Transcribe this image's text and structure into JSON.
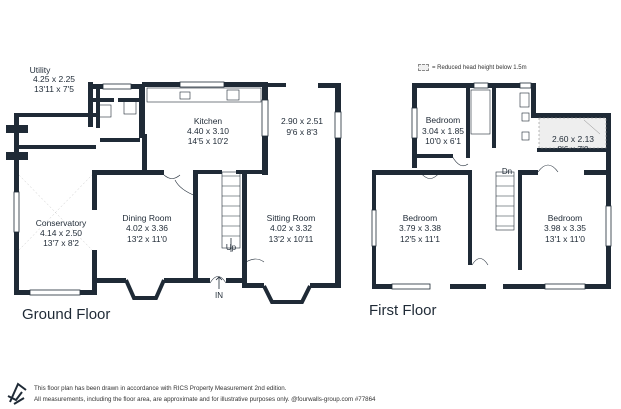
{
  "legend": {
    "text": "= Reduced head height below 1.5m"
  },
  "floors": {
    "ground": {
      "title": "Ground Floor"
    },
    "first": {
      "title": "First Floor"
    }
  },
  "rooms": {
    "utility": {
      "name": "Utility",
      "metric": "4.25 x 2.25",
      "imperial": "13'11 x 7'5"
    },
    "kitchen": {
      "name": "Kitchen",
      "metric": "4.40 x 3.10",
      "imperial": "14'5 x 10'2"
    },
    "unnamed_room": {
      "metric": "2.90 x 2.51",
      "imperial": "9'6 x 8'3"
    },
    "conservatory": {
      "name": "Conservatory",
      "metric": "4.14 x 2.50",
      "imperial": "13'7 x 8'2"
    },
    "dining": {
      "name": "Dining Room",
      "metric": "4.02 x 3.36",
      "imperial": "13'2 x 11'0"
    },
    "sitting": {
      "name": "Sitting Room",
      "metric": "4.02 x 3.32",
      "imperial": "13'2 x 10'11"
    },
    "bedroom_small": {
      "name": "Bedroom",
      "metric": "3.04 x 1.85",
      "imperial": "10'0 x 6'1"
    },
    "bedroom_attic": {
      "metric": "2.60 x 2.13",
      "imperial": "8'6 x 7'0"
    },
    "bedroom_left": {
      "name": "Bedroom",
      "metric": "3.79 x 3.38",
      "imperial": "12'5 x 11'1"
    },
    "bedroom_right": {
      "name": "Bedroom",
      "metric": "3.98 x 3.35",
      "imperial": "13'1 x 11'0"
    }
  },
  "markers": {
    "up": "Up",
    "dn": "Dn",
    "in": "IN"
  },
  "footer": {
    "line1": "This floor plan has been drawn in accordance with RICS Property Measurement 2nd edition.",
    "line2": "All measurements, including the floor area, are approximate and for illustrative purposes only. @fourwalls-group.com #77864"
  },
  "colors": {
    "wall": "#1f2a36",
    "window": "#b8c7d3",
    "reduced_height": "#eeeeee"
  }
}
